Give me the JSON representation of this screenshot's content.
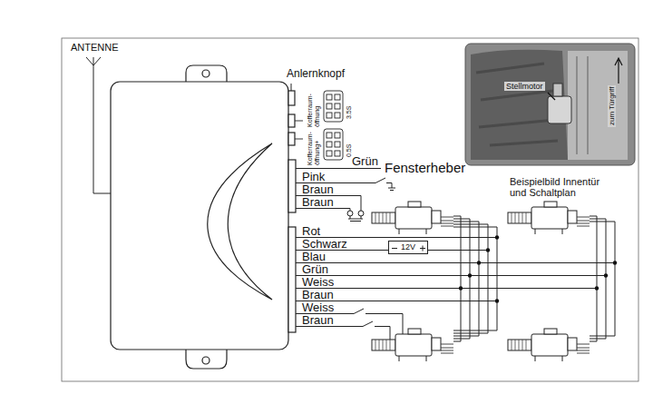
{
  "diagram": {
    "nodes": [
      {
        "text": [
          "12V"
        ]
      }
    ],
    "labels": [
      "ANTENNE",
      "Anlernknopf",
      "Kofferraum- öffnung",
      "3.5S",
      "0.5S",
      "Kofferraum- öffnung+",
      "Grün",
      "Fensterheber",
      "Pink",
      "Braun",
      "Braun",
      "Rot",
      "Schwarz",
      "Blau",
      "Grün",
      "Weiss",
      "Braun",
      "Weiss",
      "Braun",
      "Stellmotor",
      "zum Türgriff",
      "Beispielbild Innentür und Schaltplan"
    ]
  }
}
